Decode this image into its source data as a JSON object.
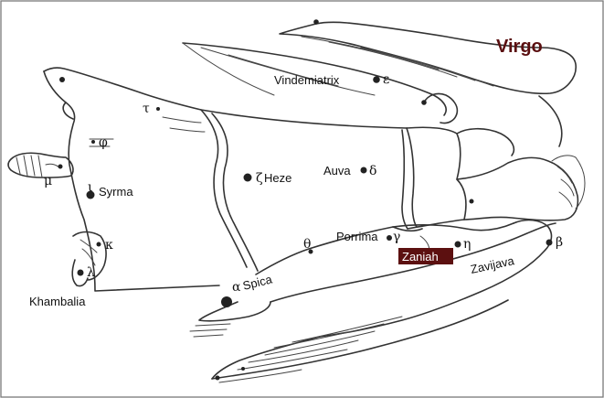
{
  "diagram": {
    "title": "Virgo",
    "stars": {
      "vindemiatrix": {
        "name": "Vindemiatrix",
        "letter": "ε"
      },
      "tau": {
        "letter": "τ"
      },
      "phi": {
        "letter": "φ"
      },
      "mu": {
        "letter": "μ"
      },
      "syrma": {
        "name": "Syrma",
        "letter": "ι"
      },
      "heze": {
        "name": "Heze",
        "letter": "ζ"
      },
      "auva": {
        "name": "Auva",
        "letter": "δ"
      },
      "theta": {
        "letter": "θ"
      },
      "porrima": {
        "name": "Porrima",
        "letter": "γ"
      },
      "zaniah": {
        "name": "Zaniah",
        "letter": "η"
      },
      "zavijava": {
        "name": "Zavijava",
        "letter": "β"
      },
      "kappa": {
        "letter": "κ"
      },
      "lambda": {
        "letter": "λ"
      },
      "khambalia": {
        "name": "Khambalia"
      },
      "spica": {
        "name": "Spica",
        "letter": "α"
      }
    },
    "highlight_color": "#5c1010",
    "title_color": "#5a0f10"
  }
}
